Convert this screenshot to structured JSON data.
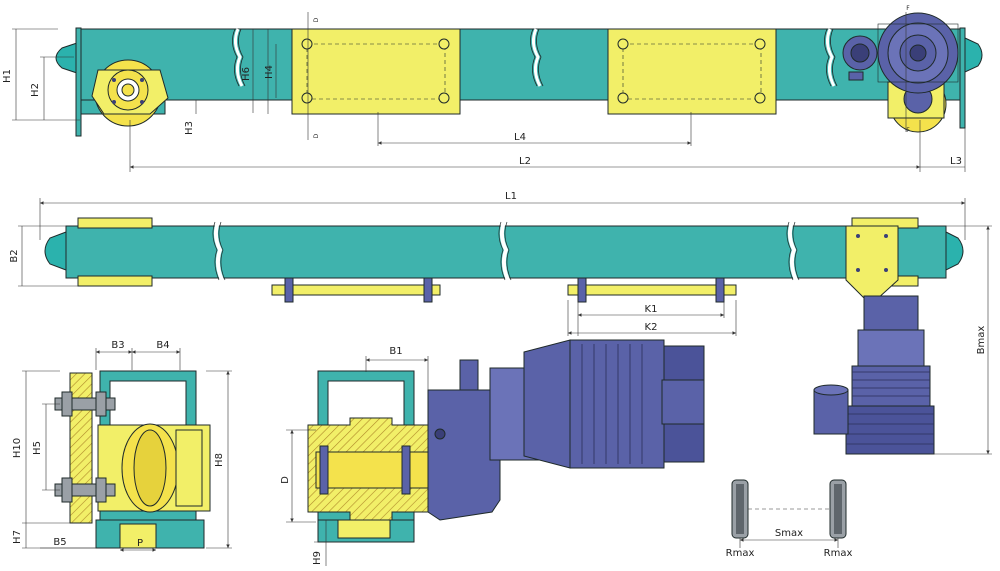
{
  "colors": {
    "body_teal": "#3fb3ad",
    "body_teal_dark": "#2b8f8a",
    "plate_yellow": "#f2ef68",
    "plate_yellow_dark": "#c9c24a",
    "motor_blue": "#5a62a8",
    "motor_blue_dark": "#3a3f78",
    "wheel_yellow": "#f4e24c",
    "hatch": "#b08a2a",
    "line": "#333333"
  },
  "labels": {
    "H1": "H1",
    "H2": "H2",
    "H3": "H3",
    "H4": "H4",
    "H6": "H6",
    "L1": "L1",
    "L2": "L2",
    "L3": "L3",
    "L4": "L4",
    "B1": "B1",
    "B2": "B2",
    "B3": "B3",
    "B4": "B4",
    "B5": "B5",
    "K1": "K1",
    "K2": "K2",
    "H5": "H5",
    "H7": "H7",
    "H8": "H8",
    "H9": "H9",
    "H10": "H10",
    "P": "P",
    "D": "D",
    "F_top": "F",
    "F_bottom": "F",
    "D_top": "D",
    "D_bottom": "D",
    "Bmax": "Bmax",
    "Smax": "Smax",
    "Rmax_left": "Rmax",
    "Rmax_right": "Rmax"
  }
}
